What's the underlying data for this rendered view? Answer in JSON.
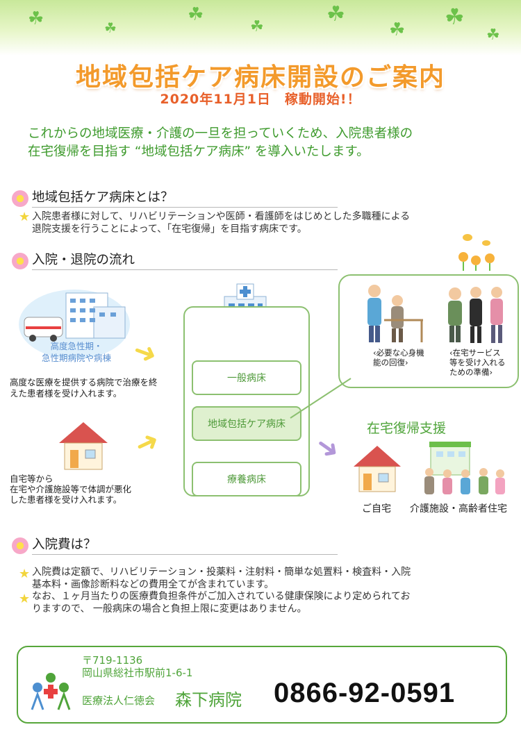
{
  "title": "地域包括ケア病床開設のご案内",
  "date_line": "2020年11月1日　稼動開始!！",
  "intro": {
    "line1": "これからの地域医療・介護の一旦を担っていくため、入院患者様の",
    "line2": "在宅復帰を目指す “地域包括ケア病床” を導入いたします。"
  },
  "section1": {
    "heading": "地域包括ケア病床とは？",
    "line1": "入院患者様に対して、リハビリテーションや医師・看護師をはじめとした多職種による",
    "line2": "退院支援を行うことによって、「在宅復帰」を目指す病床です。"
  },
  "section2": {
    "heading": "入院・退院の流れ",
    "hospital_caption_line1": "高度急性期・",
    "hospital_caption_line2": "急性期病院や病棟",
    "hospital_desc_line1": "高度な医療を提供する病院で治療を終",
    "hospital_desc_line2": "えた患者様を受け入れます。",
    "home_desc_line1": "自宅等から",
    "home_desc_line2": "在宅や介護施設等で体調が悪化",
    "home_desc_line3": "した患者様を受け入れます。",
    "wards": [
      "一般病床",
      "地域包括ケア病床",
      "療養病床"
    ],
    "bubble_left_line1": "‹必要な心身機",
    "bubble_left_line2": "能の回復›",
    "bubble_right_line1": "‹在宅サービス",
    "bubble_right_line2": "等を受け入れる",
    "bubble_right_line3": "ための準備›",
    "support_heading": "在宅復帰支援",
    "dest_home": "ご自宅",
    "dest_facility": "介護施設・高齢者住宅"
  },
  "section3": {
    "heading": "入院費は？",
    "p1_line1": "入院費は定額で、リハビリテーション・投薬料・注射料・簡単な処置料・検査料・入院",
    "p1_line2": "基本料・画像診断料などの費用全てが含まれています。",
    "p2_line1": "なお、１ヶ月当たりの医療費負担条件がご加入されている健康保険により定められてお",
    "p2_line2": "りますので、 一般病床の場合と負担上限に変更はありません。"
  },
  "contact": {
    "postal": "〒719-1136",
    "address": "岡山県総社市駅前1-6-1",
    "corp": "医療法人仁徳会",
    "hospital": "森下病院",
    "phone": "0866-92-0591"
  },
  "colors": {
    "title_orange": "#f39a2b",
    "date_red": "#e8602a",
    "intro_green": "#3f9b2e",
    "border_green": "#8cc070"
  }
}
